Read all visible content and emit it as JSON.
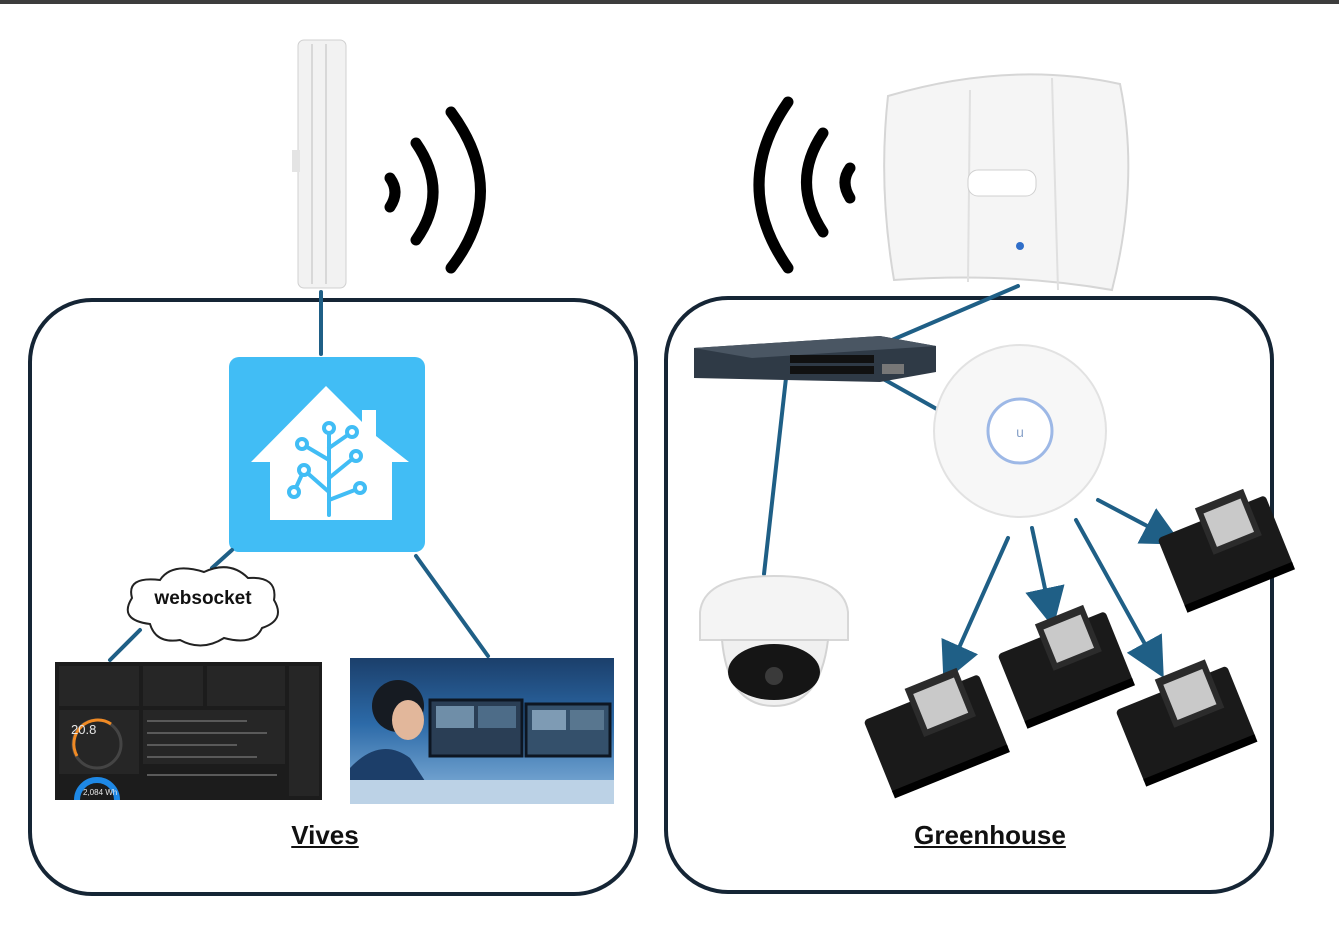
{
  "panels": {
    "left_label": "Vives",
    "right_label": "Greenhouse"
  },
  "cloud": {
    "label": "websocket"
  },
  "dashboard": {
    "temperature": "20.8",
    "energy": "2,084 Wh"
  },
  "colors": {
    "connector": "#1f5f86",
    "panel_border": "#152535",
    "ha_blue": "#41bdf5",
    "switch_body": "#2f3a46"
  },
  "icons": {
    "home_assistant": "home-assistant-icon",
    "omni_antenna": "omni-antenna-icon",
    "dish_antenna": "sector-antenna-icon",
    "wifi_left": "wifi-signal-right-icon",
    "wifi_right": "wifi-signal-left-icon",
    "switch": "network-switch-icon",
    "access_point": "wifi-access-point-icon",
    "camera": "dome-camera-icon",
    "esp32": "esp32-board-icon"
  }
}
